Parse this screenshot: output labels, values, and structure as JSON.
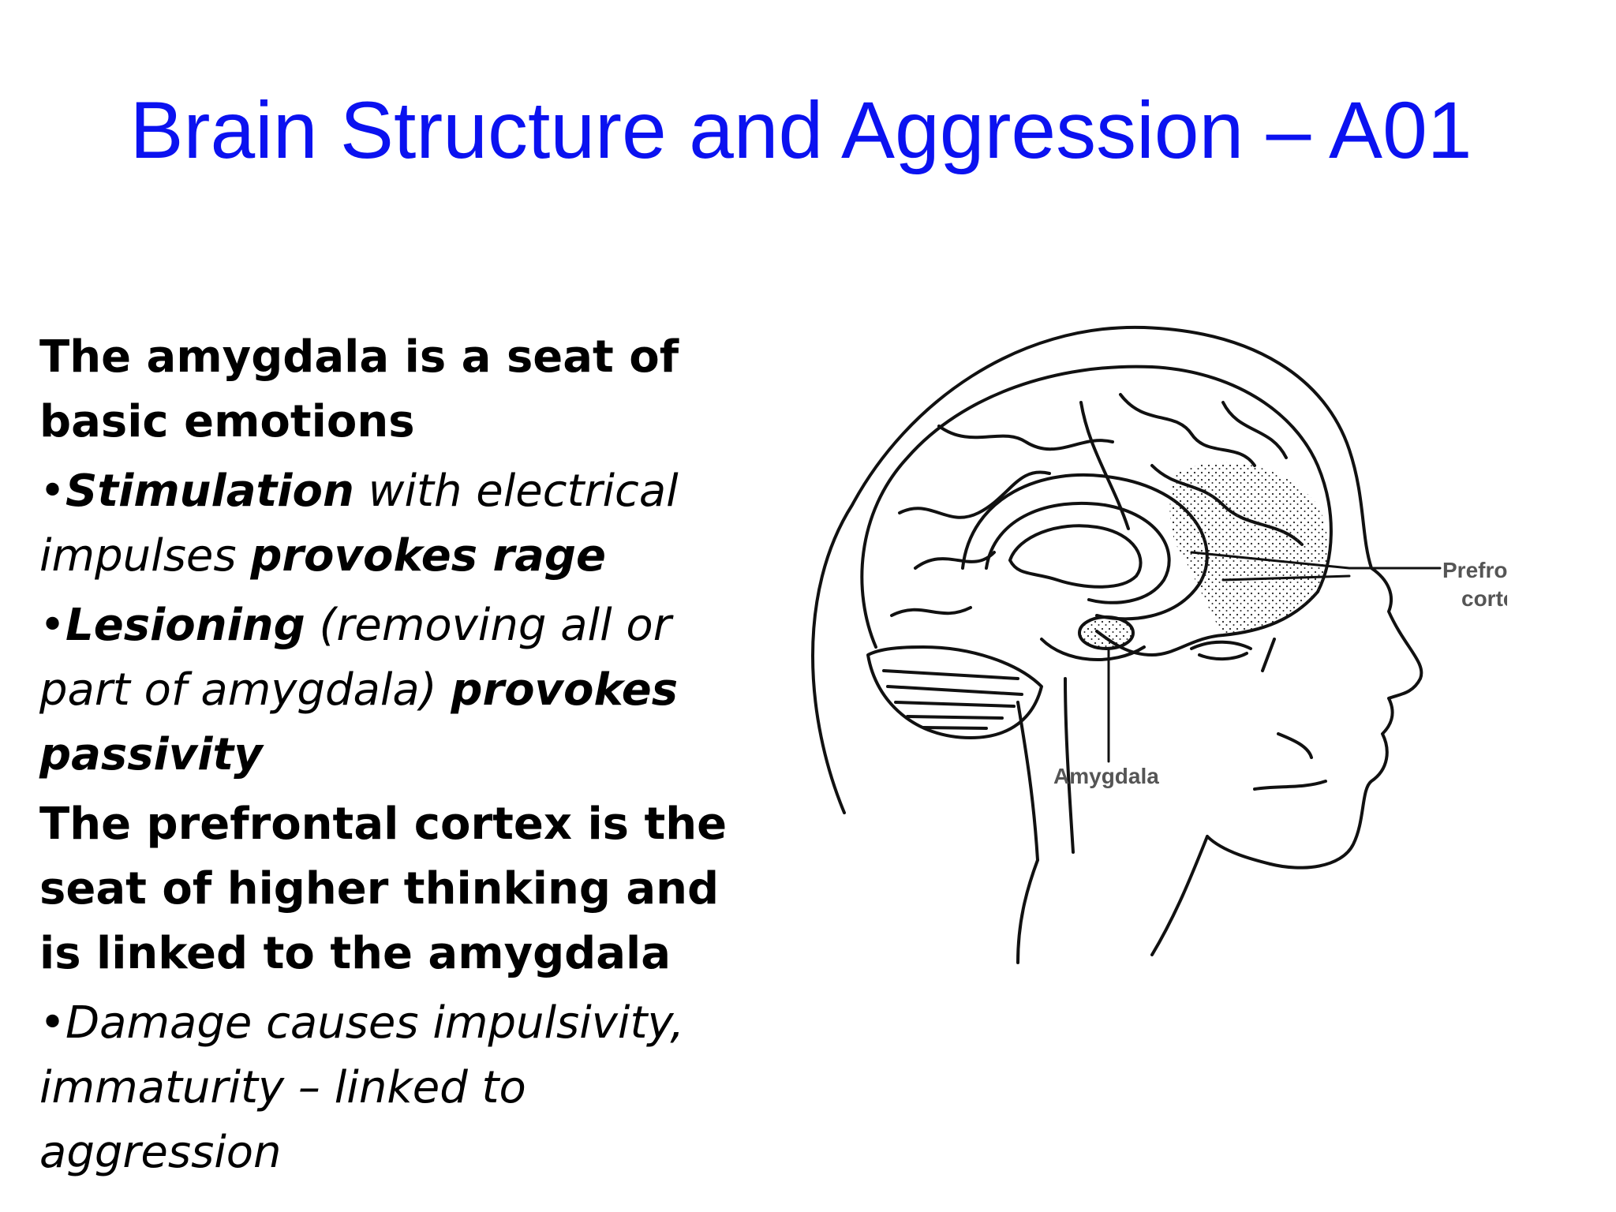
{
  "slide": {
    "title": "Brain Structure and Aggression – A01",
    "blocks": [
      {
        "type": "heading",
        "text": "The amygdala is a seat of basic emotions"
      },
      {
        "type": "bullet",
        "bullet": "•",
        "strong": "Stimulation",
        "middle": " with electrical impulses ",
        "strong_end": "provokes rage"
      },
      {
        "type": "bullet",
        "bullet": "•",
        "strong": "Lesioning",
        "middle": " (removing all or part of amygdala) ",
        "strong_end": "provokes passivity"
      },
      {
        "type": "heading",
        "text": "The prefrontal cortex is the seat of higher thinking and is linked to the amygdala"
      },
      {
        "type": "bullet",
        "bullet": "•",
        "middle": "Damage causes impulsivity, immaturity – linked to aggression"
      }
    ]
  },
  "illustration": {
    "labels": {
      "prefrontal_line1": "Prefrontal",
      "prefrontal_line2": "cortex",
      "amygdala": "Amygdala"
    }
  }
}
